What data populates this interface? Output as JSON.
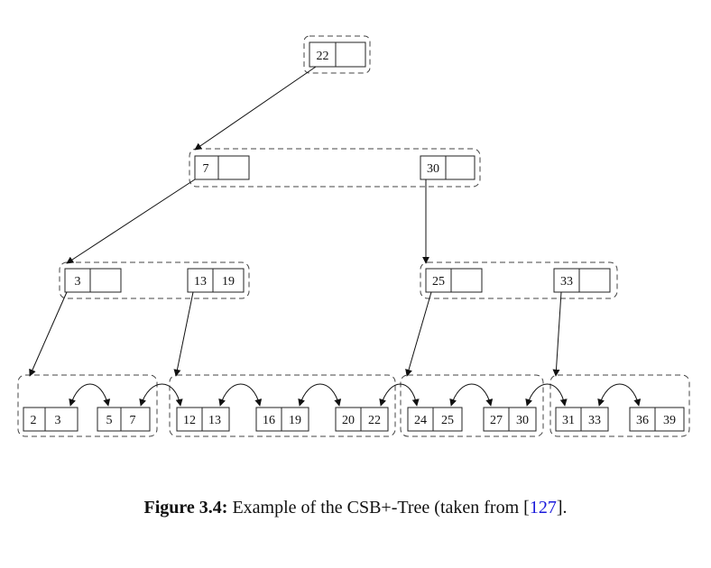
{
  "nodes": {
    "root_key_1": "22",
    "l1_key_left": "7",
    "l1_key_right": "30",
    "l2_key_3": "3",
    "l2_key_13": "13",
    "l2_key_19": "19",
    "l2_key_25": "25",
    "l2_key_33": "33",
    "leaves": [
      [
        "2",
        "3"
      ],
      [
        "5",
        "7"
      ],
      [
        "12",
        "13"
      ],
      [
        "16",
        "19"
      ],
      [
        "20",
        "22"
      ],
      [
        "24",
        "25"
      ],
      [
        "27",
        "30"
      ],
      [
        "31",
        "33"
      ],
      [
        "36",
        "39"
      ]
    ]
  },
  "caption": {
    "label": "Figure 3.4:",
    "text": " Example of the CSB+-Tree (taken from [",
    "ref": "127",
    "suffix": "]."
  }
}
